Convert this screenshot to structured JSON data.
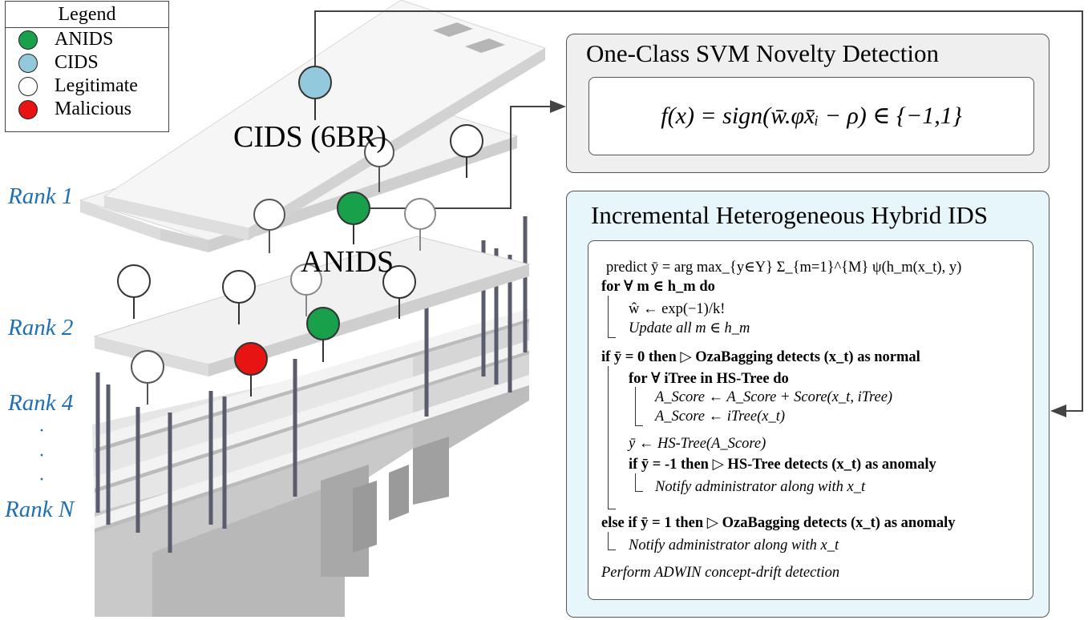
{
  "legend": {
    "title": "Legend",
    "items": [
      {
        "label": "ANIDS",
        "color": "#18a04a"
      },
      {
        "label": "CIDS",
        "color": "#93c9dc"
      },
      {
        "label": "Legitimate",
        "color": "#ffffff"
      },
      {
        "label": "Malicious",
        "color": "#e81313"
      }
    ]
  },
  "ranks": [
    "Rank 1",
    "Rank 2",
    "Rank 4",
    "Rank N"
  ],
  "rank_ellipsis": "·",
  "labels": {
    "cids": "CIDS (6BR)",
    "anids": "ANIDS"
  },
  "svm_box": {
    "title": "One-Class SVM Novelty Detection",
    "formula": "f(x) = sign(w̄.φx̄ᵢ − ρ) ∈ {−1,1}"
  },
  "ids_box": {
    "title": "Incremental Heterogeneous Hybrid IDS",
    "algorithm": [
      "predict ȳ = arg max_{y∈Y} Σ_{m=1}^{M} ψ(h_m(x_t), y)",
      "for ∀ m ∈ h_m do",
      "ŵ ← exp(−1)/k!",
      "Update all m ∈ h_m",
      "if ȳ = 0 then ▷ OzaBagging detects (x_t) as normal",
      "for ∀ iTree in HS-Tree do",
      "A_Score ← A_Score + Score(x_t, iTree)",
      "A_Score ← iTree(x_t)",
      "ȳ ← HS-Tree(A_Score)",
      "if ȳ = -1 then ▷ HS-Tree detects (x_t) as anomaly",
      "Notify administrator along with x_t",
      "else if ȳ = 1 then ▷ OzaBagging detects (x_t) as anomaly",
      "Notify administrator along with x_t",
      "Perform ADWIN concept-drift detection"
    ]
  },
  "colors": {
    "anids": "#18a04a",
    "cids": "#93c9dc",
    "malicious": "#e81313",
    "rank_text": "#1f6fb6",
    "svm_box_bg": "#efefef",
    "ids_box_bg": "#e6f6fb"
  }
}
